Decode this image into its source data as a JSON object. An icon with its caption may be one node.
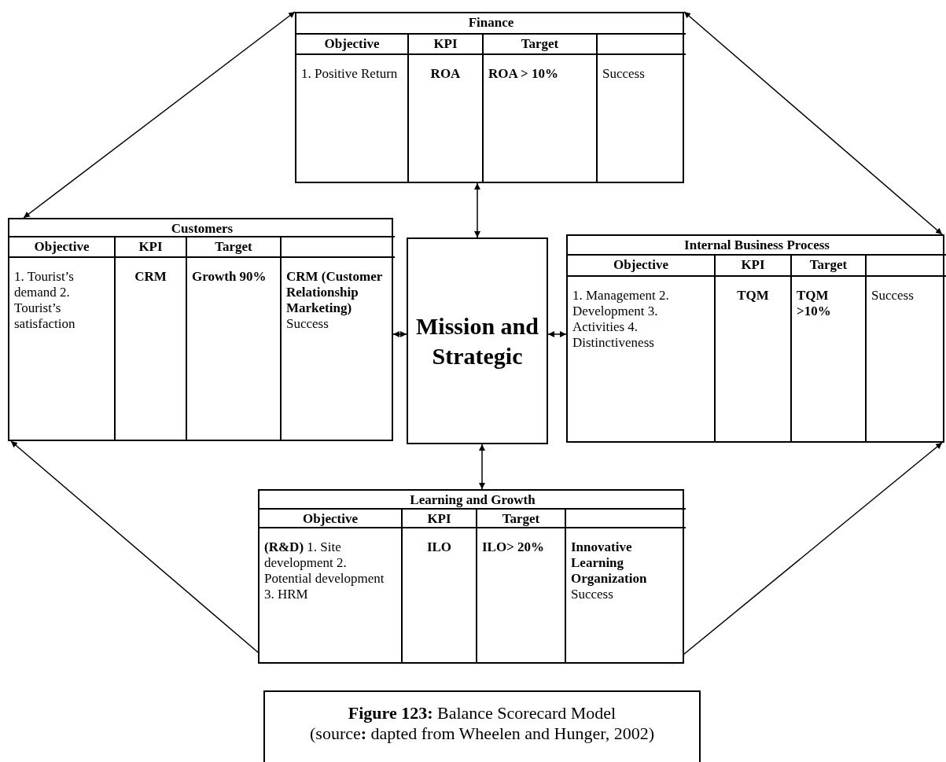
{
  "diagram": {
    "caption": "**Figure 123:** Balance Scorecard Model",
    "nodes": [
      {
        "text": [
          "Finance",
          "Objective",
          "KPI",
          "Target",
          "1. Positive Return",
          "ROA",
          "ROA > 10%",
          "Success"
        ]
      },
      {
        "text": [
          "Customers",
          "Objective",
          "KPI",
          "Target",
          "1. Tourist’s demand 2. Tourist’s satisfaction",
          "CRM",
          "Growth 90%",
          "**CRM (Customer Relationship Marketing)** Success"
        ]
      },
      {
        "text": [
          "Mission and Strategic"
        ]
      },
      {
        "text": [
          "Internal Business Process",
          "Objective",
          "KPI",
          "Target",
          "1. Management 2. Development 3. Activities 4. Distinctiveness",
          "TQM",
          "TQM >10%",
          "Success"
        ]
      },
      {
        "text": [
          "Learning and Growth",
          "Objective",
          "KPI",
          "Target",
          "**(R&D)** 1. Site development 2. Potential development 3. HRM",
          "ILO",
          "ILO> 20%",
          "**Innovative Learning Organization** Success"
        ]
      }
    ],
    "edges": [
      {
        "from": 0,
        "to": 1,
        "arrow": "both"
      },
      {
        "from": 0,
        "to": 3,
        "arrow": "both"
      },
      {
        "from": 2,
        "to": 0,
        "arrow": "both"
      },
      {
        "from": 2,
        "to": 1,
        "arrow": "both"
      },
      {
        "from": 2,
        "to": 3,
        "arrow": "both"
      },
      {
        "from": 2,
        "to": 4,
        "arrow": "both"
      },
      {
        "from": 1,
        "to": 4,
        "arrow": "both"
      },
      {
        "from": 3,
        "to": 4,
        "arrow": "both"
      }
    ],
    "labels": [
      "(source**:** dapted from Wheelen and Hunger, 2002)"
    ]
  }
}
